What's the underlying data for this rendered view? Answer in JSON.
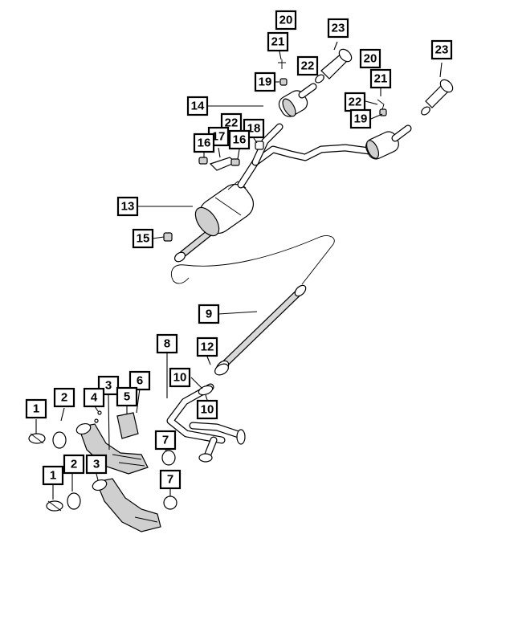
{
  "callouts": [
    {
      "id": "c20a",
      "label": "20"
    },
    {
      "id": "c21a",
      "label": "21"
    },
    {
      "id": "c23a",
      "label": "23"
    },
    {
      "id": "c22a",
      "label": "22"
    },
    {
      "id": "c19a",
      "label": "19"
    },
    {
      "id": "c14",
      "label": "14"
    },
    {
      "id": "c20b",
      "label": "20"
    },
    {
      "id": "c23b",
      "label": "23"
    },
    {
      "id": "c21b",
      "label": "21"
    },
    {
      "id": "c22b",
      "label": "22"
    },
    {
      "id": "c19b",
      "label": "19"
    },
    {
      "id": "c22c",
      "label": "22"
    },
    {
      "id": "c17",
      "label": "17"
    },
    {
      "id": "c18",
      "label": "18"
    },
    {
      "id": "c16a",
      "label": "16"
    },
    {
      "id": "c16b",
      "label": "16"
    },
    {
      "id": "c13",
      "label": "13"
    },
    {
      "id": "c15",
      "label": "15"
    },
    {
      "id": "c9",
      "label": "9"
    },
    {
      "id": "c8",
      "label": "8"
    },
    {
      "id": "c12",
      "label": "12"
    },
    {
      "id": "c10a",
      "label": "10"
    },
    {
      "id": "c10b",
      "label": "10"
    },
    {
      "id": "c3a",
      "label": "3"
    },
    {
      "id": "c6",
      "label": "6"
    },
    {
      "id": "c4",
      "label": "4"
    },
    {
      "id": "c5",
      "label": "5"
    },
    {
      "id": "c1a",
      "label": "1"
    },
    {
      "id": "c2a",
      "label": "2"
    },
    {
      "id": "c7a",
      "label": "7"
    },
    {
      "id": "c3b",
      "label": "3"
    },
    {
      "id": "c2b",
      "label": "2"
    },
    {
      "id": "c1b",
      "label": "1"
    },
    {
      "id": "c7b",
      "label": "7"
    }
  ],
  "colors": {
    "line": "#000000",
    "part_fill": "#cfcfcf",
    "background": "#ffffff"
  }
}
